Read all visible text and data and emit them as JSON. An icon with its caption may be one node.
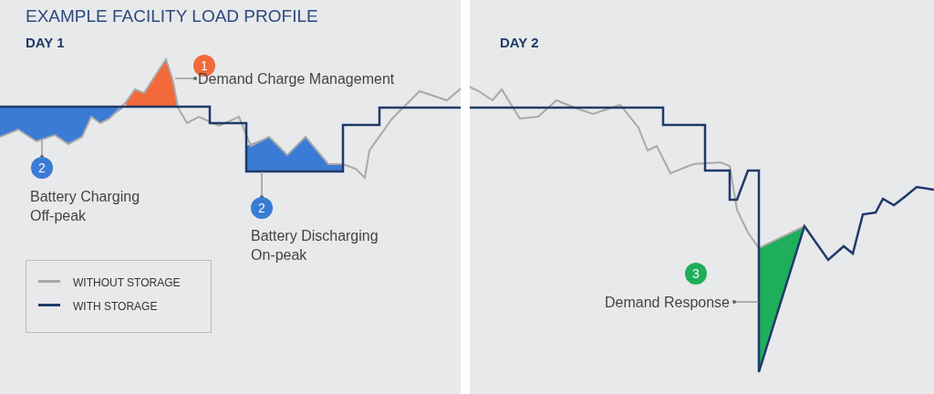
{
  "diagram": {
    "title": "EXAMPLE FACILITY LOAD PROFILE",
    "nodes": [
      {
        "text": [
          "1"
        ]
      },
      {
        "text": [
          "Demand Charge Management"
        ]
      },
      {
        "text": [],
        "shape": "picture"
      },
      {
        "text": [
          "2"
        ]
      },
      {
        "text": [
          "Battery Charging Off-peak"
        ]
      },
      {
        "text": [],
        "shape": "picture"
      },
      {
        "text": [
          "2"
        ]
      },
      {
        "text": [
          "Battery Discharging On-peak"
        ]
      },
      {
        "text": [],
        "shape": "picture"
      },
      {
        "text": [
          "3"
        ]
      },
      {
        "text": [
          "Demand Response"
        ]
      },
      {
        "text": [],
        "shape": "picture"
      }
    ],
    "edges": [
      {
        "from": 1,
        "to": 2,
        "arrow": "other"
      },
      {
        "from": 3,
        "to": 5,
        "arrow": "other"
      },
      {
        "from": 6,
        "to": 8,
        "arrow": "other"
      },
      {
        "from": 10,
        "to": 11,
        "arrow": "other"
      }
    ],
    "labels": [
      "DAY 1",
      "DAY 2"
    ],
    "legend": [
      {
        "text": "WITHOUT STORAGE"
      },
      {
        "text": "WITH STORAGE"
      }
    ]
  }
}
